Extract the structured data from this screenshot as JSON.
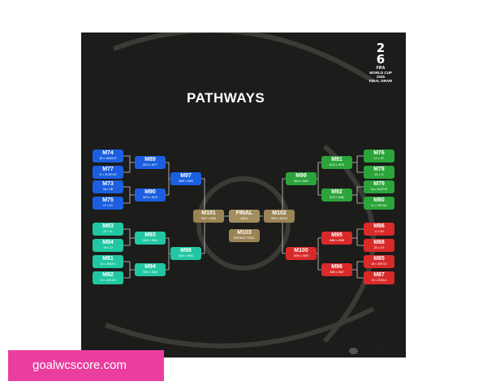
{
  "logo": {
    "digits_top": "2",
    "digits_bottom": "6",
    "fifa": "FIFA",
    "line1": "WORLD CUP",
    "line2": "2026",
    "line3": "FINAL DRAW"
  },
  "title": "PATHWAYS",
  "matches": {
    "m74": {
      "label": "M74",
      "teams": "1E v 3ABCDF"
    },
    "m77": {
      "label": "M77",
      "teams": "1I v 3CDFGH"
    },
    "m73": {
      "label": "M73",
      "teams": "2A v 2B"
    },
    "m75": {
      "label": "M75",
      "teams": "1F v 2C"
    },
    "m89": {
      "label": "M89",
      "teams": "W74 v W77"
    },
    "m90": {
      "label": "M90",
      "teams": "W73 v W75"
    },
    "m97": {
      "label": "M97",
      "teams": "W89 v W90"
    },
    "m83": {
      "label": "M83",
      "teams": "2K v 2L"
    },
    "m84": {
      "label": "M84",
      "teams": "1H v 2J"
    },
    "m81": {
      "label": "M81",
      "teams": "1D v 3BEFIJ"
    },
    "m82": {
      "label": "M82",
      "teams": "1G v 3AEHIJ"
    },
    "m93": {
      "label": "M93",
      "teams": "W83 v W84"
    },
    "m94": {
      "label": "M94",
      "teams": "W81 v W82"
    },
    "m98": {
      "label": "M98",
      "teams": "W93 v W94"
    },
    "m101": {
      "label": "M101",
      "teams": "W97 v W98"
    },
    "final": {
      "label": "FINAL",
      "teams": "M104"
    },
    "m102": {
      "label": "M102",
      "teams": "W99 v W100"
    },
    "m103": {
      "label": "M103",
      "teams": "BRONZE FINAL"
    },
    "m76": {
      "label": "M76",
      "teams": "1C v 2F"
    },
    "m78": {
      "label": "M78",
      "teams": "2E v 2I"
    },
    "m79": {
      "label": "M79",
      "teams": "1A v 3CEFHI"
    },
    "m80": {
      "label": "M80",
      "teams": "1L v 3EHIJK"
    },
    "m91": {
      "label": "M91",
      "teams": "W76 v W78"
    },
    "m92": {
      "label": "M92",
      "teams": "W79 v W80"
    },
    "m99": {
      "label": "M99",
      "teams": "W91 v W92"
    },
    "m86": {
      "label": "M86",
      "teams": "1J v 2H"
    },
    "m88": {
      "label": "M88",
      "teams": "2D v 2G"
    },
    "m85": {
      "label": "M85",
      "teams": "1B v 3EFGIJ"
    },
    "m87": {
      "label": "M87",
      "teams": "1K v 3DEIJL"
    },
    "m95": {
      "label": "M95",
      "teams": "W86 v W88"
    },
    "m96": {
      "label": "M96",
      "teams": "W85 v W87"
    },
    "m100": {
      "label": "M100",
      "teams": "W95 v W96"
    }
  },
  "colors": {
    "blue": "#1b5fe0",
    "green": "#2ba43a",
    "teal": "#20c7a2",
    "red": "#d92a2a",
    "gold": "#9a8454",
    "background": "#1c1c1b"
  },
  "footer": {
    "weibo_handle": "@球哥带飞"
  },
  "watermark": {
    "text": "goalwcscore.com"
  }
}
